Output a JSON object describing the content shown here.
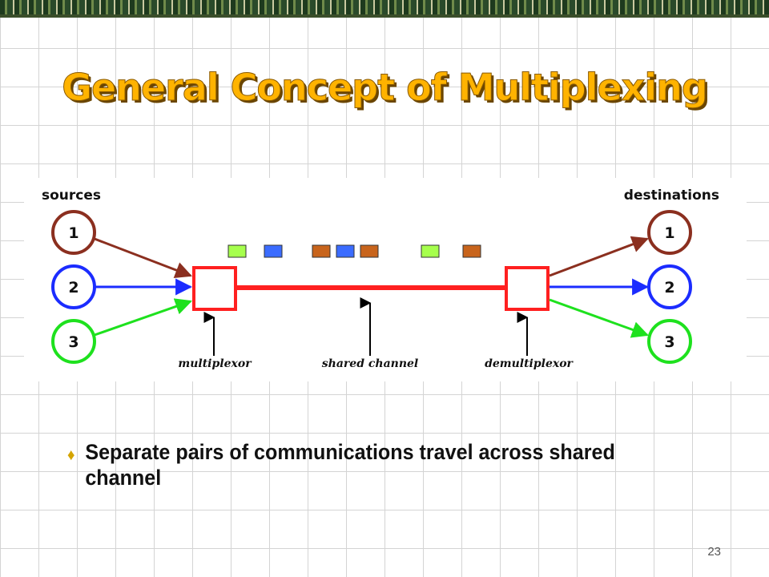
{
  "slide": {
    "title": "General Concept of Multiplexing",
    "bullet": "Separate pairs of communications travel across shared channel",
    "page_number": "23"
  },
  "diagram": {
    "sources_label": "sources",
    "destinations_label": "destinations",
    "sources": [
      {
        "label": "1",
        "color": "#8b2f1f"
      },
      {
        "label": "2",
        "color": "#1b2cff"
      },
      {
        "label": "3",
        "color": "#1ee11e"
      }
    ],
    "destinations": [
      {
        "label": "1",
        "color": "#8b2f1f"
      },
      {
        "label": "2",
        "color": "#1b2cff"
      },
      {
        "label": "3",
        "color": "#1ee11e"
      }
    ],
    "multiplexor_label": "multiplexor",
    "channel_label": "shared channel",
    "demultiplexor_label": "demultiplexor",
    "channel_color": "#ff2020",
    "packets": [
      "green",
      "blue",
      "brown",
      "blue",
      "brown",
      "green",
      "brown"
    ],
    "packet_colors": {
      "green": "#a6ff4d",
      "blue": "#3b6cff",
      "brown": "#c8641c"
    }
  }
}
